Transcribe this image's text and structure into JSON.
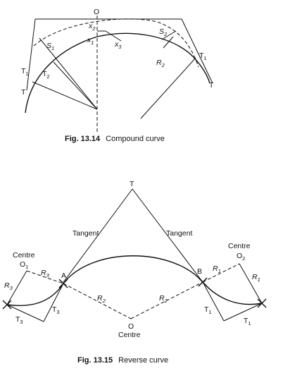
{
  "fig1": {
    "number": "Fig. 13.14",
    "title": "Compound curve",
    "labels": {
      "O": "O",
      "x2_base": "x",
      "x2_sub": "2",
      "x1_base": "x",
      "x1_sub": "1",
      "x3_base": "x",
      "x3_sub": "3",
      "S1_base": "S",
      "S1_sub": "1",
      "S2_base": "S",
      "S2_sub": "2",
      "T1_left_base": "T",
      "T1_left_sub": "1",
      "T2_base": "T",
      "T2_sub": "2",
      "T_left": "T",
      "R2_base": "R",
      "R2_sub": "2",
      "T1_right_base": "T",
      "T1_right_sub": "1",
      "T_right": "T"
    }
  },
  "fig2": {
    "number": "Fig. 13.15",
    "title": "Reverse curve",
    "labels": {
      "T_top": "T",
      "tangent_left": "Tangent",
      "tangent_right": "Tangent",
      "centre_left": "Centre",
      "O1_base": "O",
      "O1_sub": "1",
      "R3_top_base": "R",
      "R3_top_sub": "3",
      "R3_left_base": "R",
      "R3_left_sub": "3",
      "A": "A",
      "T3_right_base": "T",
      "T3_right_sub": "3",
      "T3_bottom_base": "T",
      "T3_bottom_sub": "3",
      "R2_left_base": "R",
      "R2_left_sub": "2",
      "R2_right_base": "R",
      "R2_right_sub": "2",
      "O_centre": "O",
      "centre_bottom": "Centre",
      "B": "B",
      "centre_right": "Centre",
      "O2_base": "O",
      "O2_sub": "2",
      "R1_top_base": "R",
      "R1_top_sub": "1",
      "R1_right_base": "R",
      "R1_right_sub": "1",
      "T1_mid_base": "T",
      "T1_mid_sub": "1",
      "T1_bottom_base": "T",
      "T1_bottom_sub": "1"
    }
  }
}
